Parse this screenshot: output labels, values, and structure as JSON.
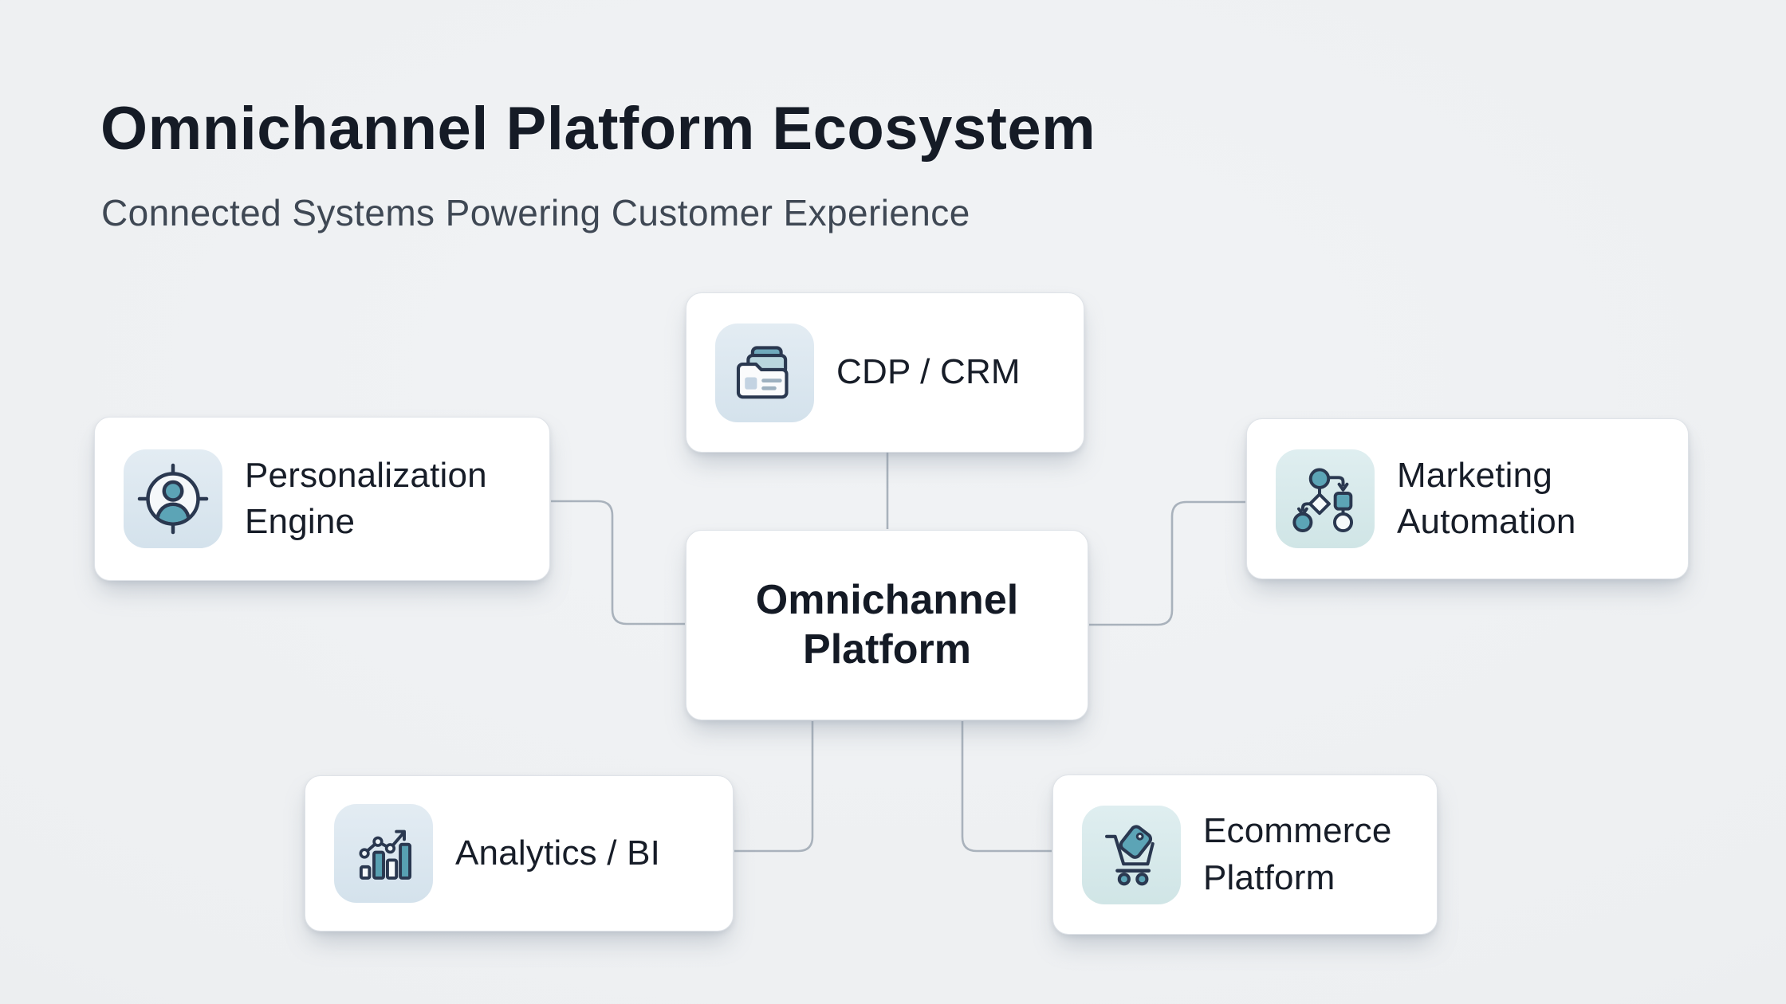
{
  "header": {
    "title": "Omnichannel Platform Ecosystem",
    "subtitle": "Connected Systems Powering Customer Experience"
  },
  "center": {
    "label": "Omnichannel Platform"
  },
  "nodes": [
    {
      "id": "cdp-crm",
      "label": "CDP / CRM",
      "icon": "folder-files-icon"
    },
    {
      "id": "personalization-engine",
      "label": "Personalization Engine",
      "icon": "person-target-icon"
    },
    {
      "id": "marketing-automation",
      "label": "Marketing Automation",
      "icon": "flowchart-icon"
    },
    {
      "id": "analytics-bi",
      "label": "Analytics / BI",
      "icon": "bar-chart-icon"
    },
    {
      "id": "ecommerce-platform",
      "label": "Ecommerce Platform",
      "icon": "cart-tag-icon"
    }
  ],
  "colors": {
    "background": "#edeff1",
    "card": "#ffffff",
    "card_border": "#dfe3e8",
    "connector": "#a9b2bc",
    "title_text": "#151b26",
    "subtitle_text": "#3f4854",
    "label_text": "#171d28",
    "accent_teal": "#58a0b2",
    "icon_tile_blue": "#dce8f1",
    "icon_tile_mint": "#d9eaea",
    "icon_stroke": "#2a3850"
  }
}
